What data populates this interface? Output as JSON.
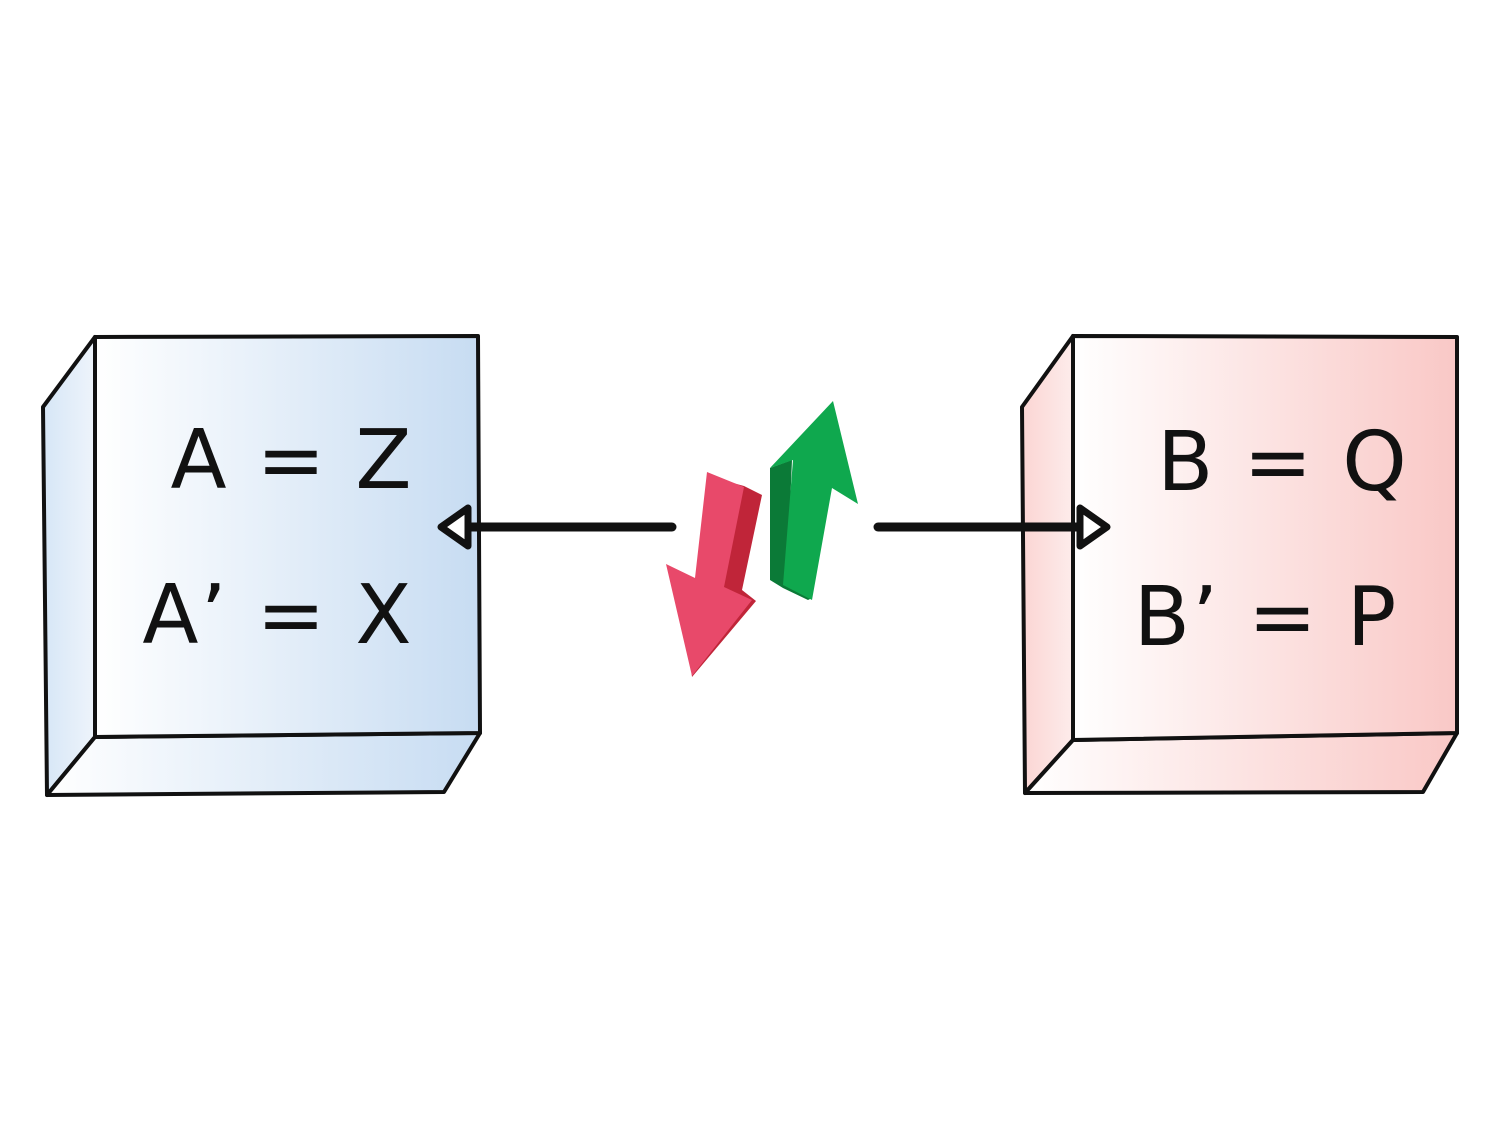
{
  "left_box": {
    "line1": "A = Z",
    "line2": "A’ = X"
  },
  "right_box": {
    "line1": "B = Q",
    "line2": "B’ = P"
  },
  "colors": {
    "left_box_tint": "#c7dcf2",
    "right_box_tint": "#f9c8c6",
    "down_arrow": "#e8496a",
    "down_arrow_shade": "#c02539",
    "up_arrow": "#0fa84e",
    "up_arrow_shade": "#0b7a37",
    "stroke": "#111111"
  },
  "icons": {
    "exchange": "exchange-arrows-icon",
    "left_pointer": "arrowhead-left-icon",
    "right_pointer": "arrowhead-right-icon"
  }
}
